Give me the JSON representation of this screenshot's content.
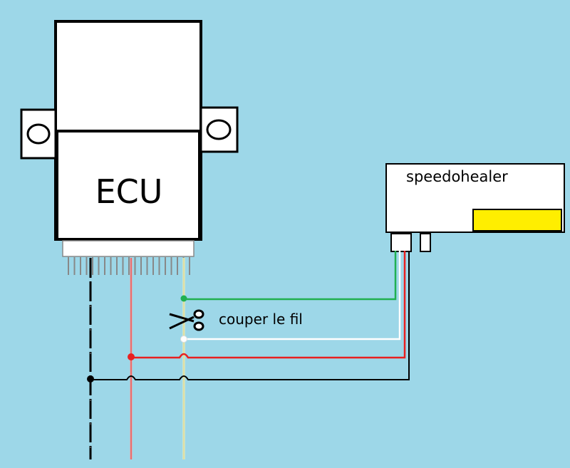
{
  "ecu": {
    "label": "ECU"
  },
  "speedohealer": {
    "label": "speedohealer",
    "indicator_color": "#ffee00"
  },
  "annotation": {
    "cut_label": "couper le fil",
    "icon": "scissors-icon"
  },
  "wires": [
    {
      "name": "green",
      "color": "#20b050"
    },
    {
      "name": "white",
      "color": "#ffffff"
    },
    {
      "name": "red",
      "color": "#e82020"
    },
    {
      "name": "black",
      "color": "#000000"
    }
  ]
}
